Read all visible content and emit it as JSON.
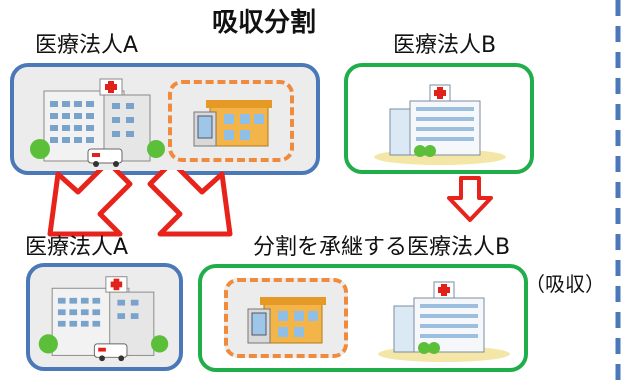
{
  "title": "吸収分割",
  "labels": {
    "corp_a_top": "医療法人A",
    "corp_b_top": "医療法人B",
    "corp_a_bottom": "医療法人A",
    "corp_b_bottom": "分割を承継する医療法人B",
    "absorb_note": "（吸収）"
  },
  "icons": {
    "hospital": "hospital-icon",
    "clinic": "clinic-icon",
    "building": "office-building-icon",
    "ambulance": "ambulance-icon"
  },
  "colors": {
    "blue": "#4a78b8",
    "green": "#1fae4a",
    "orange": "#f08a3c",
    "red_arrow": "#e8231c"
  }
}
